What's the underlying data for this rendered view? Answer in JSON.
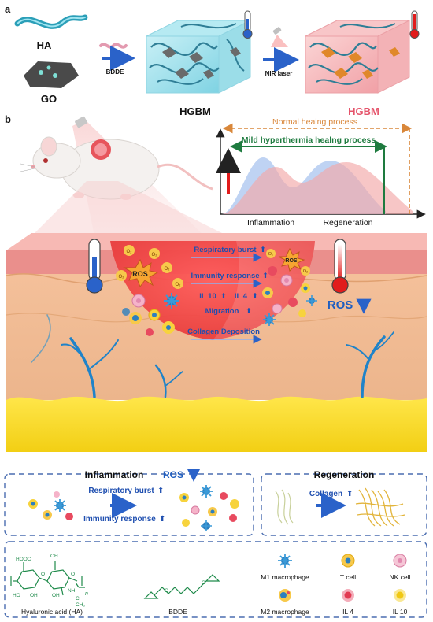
{
  "panel_a": {
    "label": "a",
    "ha_label": "HA",
    "go_label": "GO",
    "bdde_label": "BDDE",
    "hgbm_label_1": "HGBM",
    "laser_label": "NIR laser",
    "hgbm_label_2": "HGBM",
    "colors": {
      "hgbm_hot": "#e5546b",
      "arrow_blue": "#2a62c9"
    }
  },
  "panel_b": {
    "label": "b",
    "chart": {
      "normal_label": "Normal healng process",
      "mild_label": "Mild hyperthermia healng process",
      "xlabel_left": "Inflammation",
      "xlabel_right": "Regeneration",
      "colors": {
        "normal": "#d9873a",
        "mild": "#1e7b3f",
        "blue_curve": "#8fb2e8",
        "red_curve": "#f2a6a6"
      }
    },
    "wound": {
      "ros_left": "ROS",
      "ros_right": "ROS",
      "ros_level": "ROS",
      "o2_label": "O₂",
      "processes": [
        "Respiratory burst",
        "Immunity response",
        "Migration",
        "Collagen Deposition"
      ],
      "il10": "IL 10",
      "il4": "IL 4"
    }
  },
  "legend_boxes": {
    "inflammation": {
      "title": "Inflammation",
      "ros": "ROS",
      "respiratory": "Respiratory burst",
      "immunity": "Immunity response"
    },
    "regeneration": {
      "title": "Regeneration",
      "collagen": "Collagen"
    }
  },
  "key": {
    "ha_name": "Hyaluronic acid (HA)",
    "bdde_name": "BDDE",
    "m1": "M1 macrophage",
    "tcell": "T cell",
    "nkcell": "NK cell",
    "m2": "M2 macrophage",
    "il4": "IL 4",
    "il10": "IL 10",
    "chem": {
      "hooc": "HOOC",
      "oh": "OH",
      "ho": "HO",
      "o": "O",
      "nh": "NH",
      "c": "C",
      "ch3": "CH₃",
      "n": "n"
    }
  }
}
